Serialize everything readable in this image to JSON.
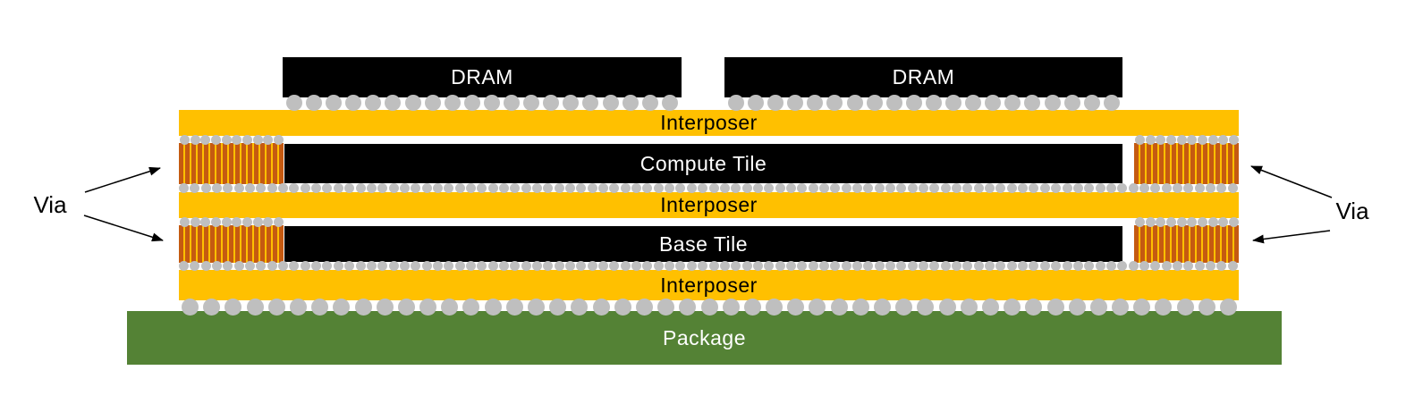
{
  "diagram": {
    "labels": {
      "dram_left": "DRAM",
      "dram_right": "DRAM",
      "interposer_top": "Interposer",
      "compute_tile": "Compute Tile",
      "interposer_mid": "Interposer",
      "base_tile": "Base Tile",
      "interposer_bottom": "Interposer",
      "package": "Package",
      "via_left": "Via",
      "via_right": "Via"
    },
    "colors": {
      "background": "#FFFFFF",
      "die_black": "#000000",
      "interposer_yellow": "#FFC000",
      "package_green": "#548235",
      "bump_gray": "#BFBFBF",
      "via_dark_orange": "#C55A11",
      "via_stripe_yellow": "#FFC000",
      "text_on_dark": "#FFFFFF",
      "text_on_light": "#000000",
      "arrow_black": "#000000"
    },
    "bumps": {
      "dram_row": 20,
      "via_row": 10,
      "dense_row": 96,
      "package_row": 49
    }
  }
}
